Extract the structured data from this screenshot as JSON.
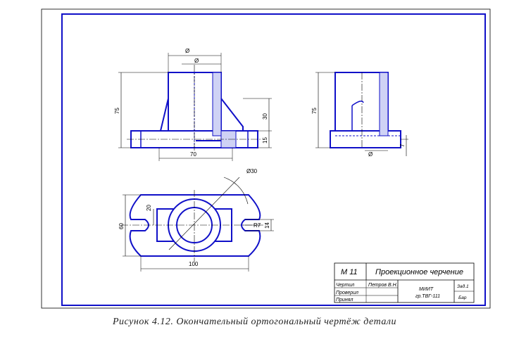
{
  "colors": {
    "outline": "#1010c8",
    "thin": "#000000",
    "frame": "#000000"
  },
  "dimensions": {
    "front_width_top": "Ø",
    "front_bore": "Ø",
    "front_height": "75",
    "front_rib_height": "30",
    "front_flange_height": "15",
    "front_width": "70",
    "side_height": "75",
    "side_bore": "Ø",
    "side_flange": "7",
    "top_diameter": "Ø30",
    "top_slot": "20",
    "top_height": "60",
    "top_radius": "R7",
    "top_slot_width": "14",
    "top_length": "100"
  },
  "title_block": {
    "scale": "М 11",
    "title": "Проекционное черчение",
    "row_drew": "Чертил",
    "drew_name": "Петров В.Н.",
    "row_checked": "Проверил",
    "row_approved": "Принял",
    "org": "МИИТ",
    "group": "гр.ТВГ-111",
    "sheet": "Зад.1",
    "format": "Бар"
  },
  "caption": "Рисунок 4.12. Окончательный ортогональный чертёж детали"
}
